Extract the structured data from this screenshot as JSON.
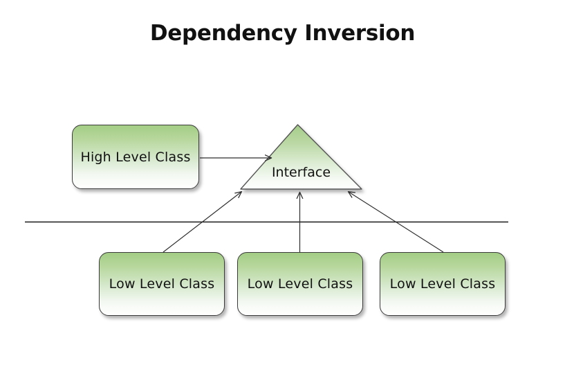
{
  "diagram": {
    "title": "Dependency Inversion",
    "type": "dependency-inversion-principle",
    "background_color": "#ffffff",
    "palette": {
      "box_gradient_top": "#a3cd85",
      "box_gradient_bottom": "#ffffff",
      "box_border": "#3a3a3a",
      "triangle_gradient_top": "#a5cc8a",
      "triangle_gradient_bottom": "#ffffff",
      "triangle_border": "#555555",
      "connector": "#333333",
      "divider": "#1a1a1a",
      "text": "#111111"
    }
  },
  "nodes": {
    "high_level": {
      "label": "High Level Class",
      "shape": "rounded-rectangle",
      "layer": "high"
    },
    "interface": {
      "label": "Interface",
      "shape": "triangle",
      "layer": "boundary"
    },
    "low_level": [
      {
        "label": "Low Level Class",
        "shape": "rounded-rectangle",
        "layer": "low"
      },
      {
        "label": "Low Level Class",
        "shape": "rounded-rectangle",
        "layer": "low"
      },
      {
        "label": "Low Level Class",
        "shape": "rounded-rectangle",
        "layer": "low"
      }
    ]
  },
  "connectors": [
    {
      "name": "high-to-interface",
      "from": "high_level",
      "to": "interface",
      "style": "solid-arrow",
      "direction": "right"
    },
    {
      "name": "low1-to-interface",
      "from": "low_level.0",
      "to": "interface",
      "style": "solid-arrow",
      "direction": "up-right"
    },
    {
      "name": "low2-to-interface",
      "from": "low_level.1",
      "to": "interface",
      "style": "solid-arrow",
      "direction": "up"
    },
    {
      "name": "low3-to-interface",
      "from": "low_level.2",
      "to": "interface",
      "style": "solid-arrow",
      "direction": "up-left"
    }
  ],
  "divider": {
    "name": "layer-divider-line",
    "orientation": "horizontal",
    "style": "solid"
  }
}
